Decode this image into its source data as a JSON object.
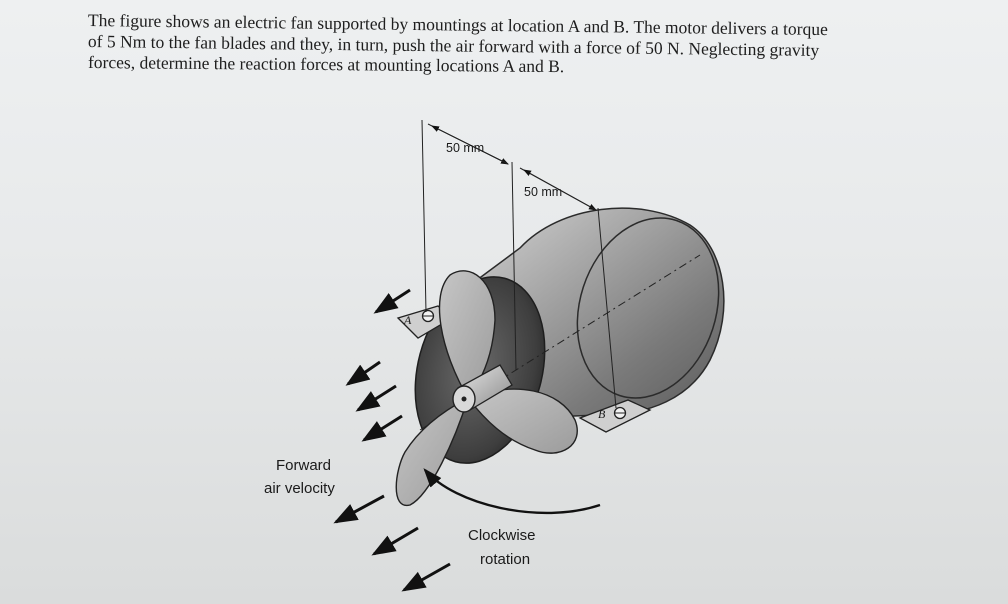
{
  "problem": {
    "line1": "The figure shows an electric fan supported by mountings at location A and B. The motor delivers a torque",
    "line2": "of 5 Nm to the fan blades and they, in turn, push the air forward with a force of 50 N. Neglecting gravity",
    "line3": "forces, determine the reaction forces at mounting locations A and B."
  },
  "figure": {
    "dim_a": "50 mm",
    "dim_b": "50 mm",
    "mount_a": "A",
    "mount_b": "B",
    "air_label_1": "Forward",
    "air_label_2": "air velocity",
    "rotation_label_1": "Clockwise",
    "rotation_label_2": "rotation"
  }
}
